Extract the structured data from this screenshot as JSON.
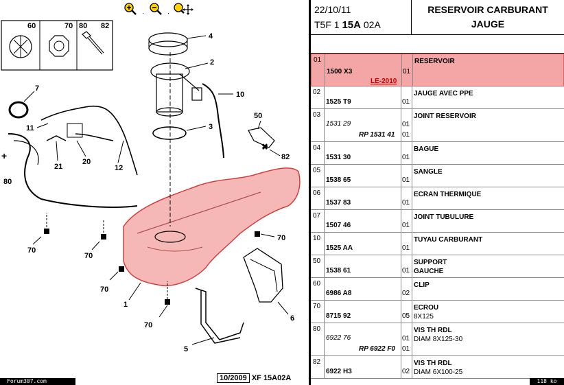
{
  "toolbar": {
    "zoom_in": "zoom-in",
    "zoom_out": "zoom-out",
    "pan": "pan"
  },
  "diagram": {
    "callouts": [
      "60",
      "70",
      "80",
      "82",
      "4",
      "2",
      "10",
      "7",
      "3",
      "11",
      "50",
      "21",
      "20",
      "12",
      "82",
      "80",
      "70",
      "70",
      "70",
      "70",
      "1",
      "70",
      "6",
      "5"
    ],
    "ref_date": "10/2009",
    "ref_code": "XF 15A02A",
    "watermark": "Forum307.com"
  },
  "header": {
    "date": "22/10/11",
    "code_prefix": "T5F 1",
    "code_bold": "15A",
    "code_suffix": "02A",
    "title_line1": "RESERVOIR CARBURANT",
    "title_line2": "JAUGE"
  },
  "rows": [
    {
      "num": "01",
      "ref": "1500 X3",
      "extra": "LE-2010",
      "qty": "01",
      "desc": "RESERVOIR",
      "desc2": ""
    },
    {
      "num": "02",
      "ref": "1525 T9",
      "qty": "01",
      "desc": "JAUGE AVEC PPE",
      "desc2": ""
    },
    {
      "num": "03",
      "ref": "1531 29",
      "ref2": "RP 1531 41",
      "qty": "01",
      "qty2": "01",
      "desc": "JOINT RESERVOIR",
      "desc2": ""
    },
    {
      "num": "04",
      "ref": "1531 30",
      "qty": "01",
      "desc": "BAGUE",
      "desc2": ""
    },
    {
      "num": "05",
      "ref": "1538 65",
      "qty": "01",
      "desc": "SANGLE",
      "desc2": ""
    },
    {
      "num": "06",
      "ref": "1537 83",
      "qty": "01",
      "desc": "ECRAN THERMIQUE",
      "desc2": ""
    },
    {
      "num": "07",
      "ref": "1507 46",
      "qty": "01",
      "desc": "JOINT TUBULURE",
      "desc2": ""
    },
    {
      "num": "10",
      "ref": "1525 AA",
      "qty": "01",
      "desc": "TUYAU CARBURANT",
      "desc2": ""
    },
    {
      "num": "50",
      "ref": "1538 61",
      "qty": "01",
      "desc": "SUPPORT",
      "desc2": "GAUCHE"
    },
    {
      "num": "60",
      "ref": "6986 A8",
      "qty": "02",
      "desc": "CLIP",
      "desc2": ""
    },
    {
      "num": "70",
      "ref": "8715 92",
      "qty": "05",
      "desc": "ECROU",
      "desc2": "8X125"
    },
    {
      "num": "80",
      "ref": "6922 76",
      "ref2": "RP 6922 F0",
      "qty": "01",
      "qty2": "01",
      "desc": "VIS TH RDL",
      "desc2": "DIAM 8X125-30"
    },
    {
      "num": "82",
      "ref": "6922 H3",
      "qty": "02",
      "desc": "VIS TH RDL",
      "desc2": "DIAM 6X100-25"
    }
  ],
  "footer": {
    "size": "118 ko"
  }
}
